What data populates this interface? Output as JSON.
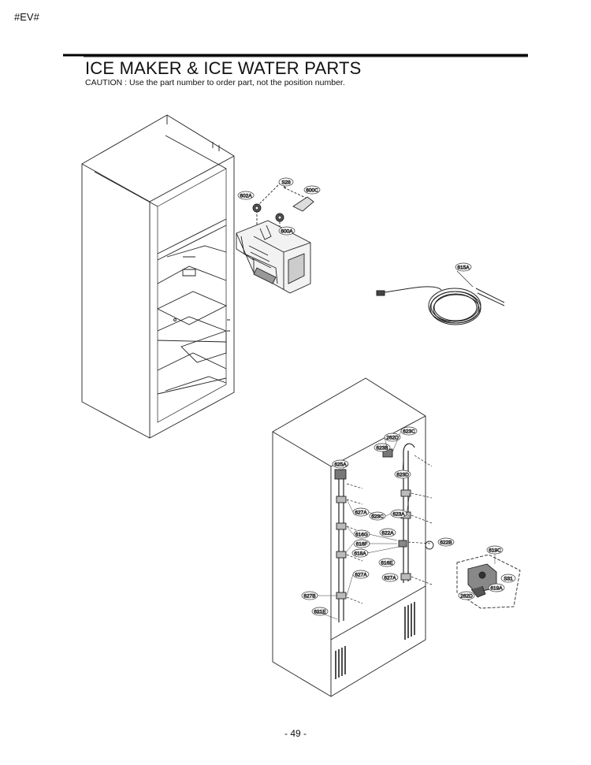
{
  "page_code": "#EV#",
  "title": "ICE MAKER & ICE WATER PARTS",
  "caution": "CAUTION : Use the part number to order part, not the position number.",
  "page_number": "- 49 -",
  "callouts": {
    "c_s28": "S28",
    "c_600c": "600C",
    "c_602a": "602A",
    "c_600a": "600A",
    "c_615a": "615A",
    "c_623c_top": "623C",
    "c_262d_top": "262D",
    "c_623b": "623B",
    "c_623d": "623D",
    "c_625a": "625A",
    "c_627a_1": "627A",
    "c_623c_mid": "623C",
    "c_623a": "623A",
    "c_616g": "616G",
    "c_622a": "622A",
    "c_616f": "616F",
    "c_622b": "622B",
    "c_618a": "618A",
    "c_616e": "616E",
    "c_627a_2": "627A",
    "c_627a_3": "627A",
    "c_627b": "627B",
    "c_621e": "621E",
    "c_619c": "619C",
    "c_s31": "S31",
    "c_619a": "619A",
    "c_262d_bot": "262D"
  }
}
